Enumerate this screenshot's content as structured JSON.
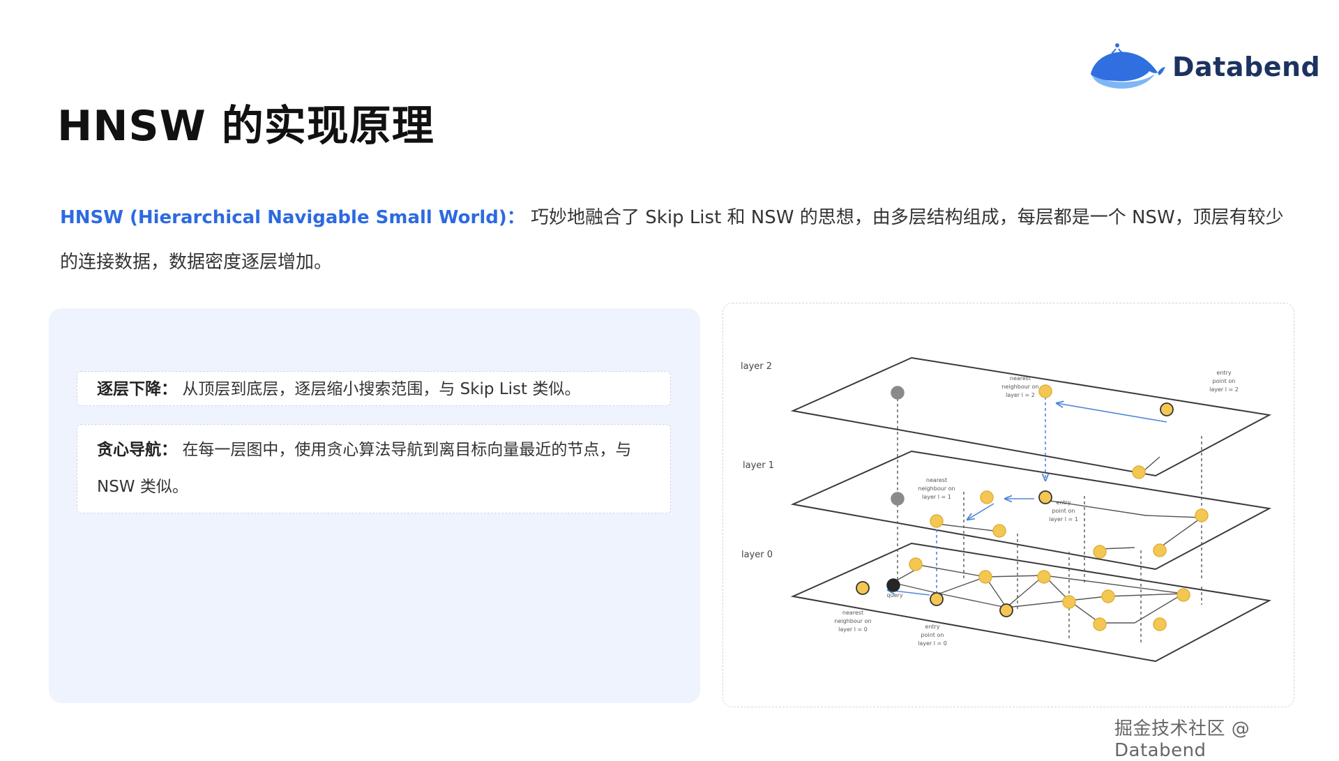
{
  "brand": {
    "name": "Databend"
  },
  "header": {
    "title": "HNSW 的实现原理"
  },
  "intro": {
    "term": "HNSW (Hierarchical Navigable Small World)：",
    "text": " 巧妙地融合了 Skip List 和 NSW 的思想，由多层结构组成，每层都是一个 NSW，顶层有较少的连接数据，数据密度逐层增加。"
  },
  "points": [
    {
      "label": "逐层下降：",
      "text": "从顶层到底层，逐层缩小搜索范围，与 Skip List 类似。"
    },
    {
      "label": "贪心导航：",
      "text": "在每一层图中，使用贪心算法导航到离目标向量最近的节点，与 NSW 类似。"
    }
  ],
  "diagram": {
    "layer_labels": [
      "layer 2",
      "layer 1",
      "layer 0"
    ],
    "annotations": {
      "nearest_l2": [
        "nearest",
        "neighbour on",
        "layer l = 2"
      ],
      "entry_l2": [
        "entry",
        "point on",
        "layer l = 2"
      ],
      "nearest_l1": [
        "nearest",
        "neighbour on",
        "layer l = 1"
      ],
      "entry_l1": [
        "entry",
        "point on",
        "layer l = 1"
      ],
      "query": "query",
      "nearest_l0": [
        "nearest",
        "neighbour on",
        "layer l = 0"
      ],
      "entry_l0": [
        "entry",
        "point on",
        "layer l = 0"
      ]
    },
    "colors": {
      "node": "#f3c752",
      "node_stroke": "#e2b03a",
      "gray": "#8a8a8a",
      "query": "#262626",
      "arrow": "#4f86d9",
      "plane": "#3a3a3a"
    }
  },
  "watermark": "掘金技术社区 @ Databend"
}
